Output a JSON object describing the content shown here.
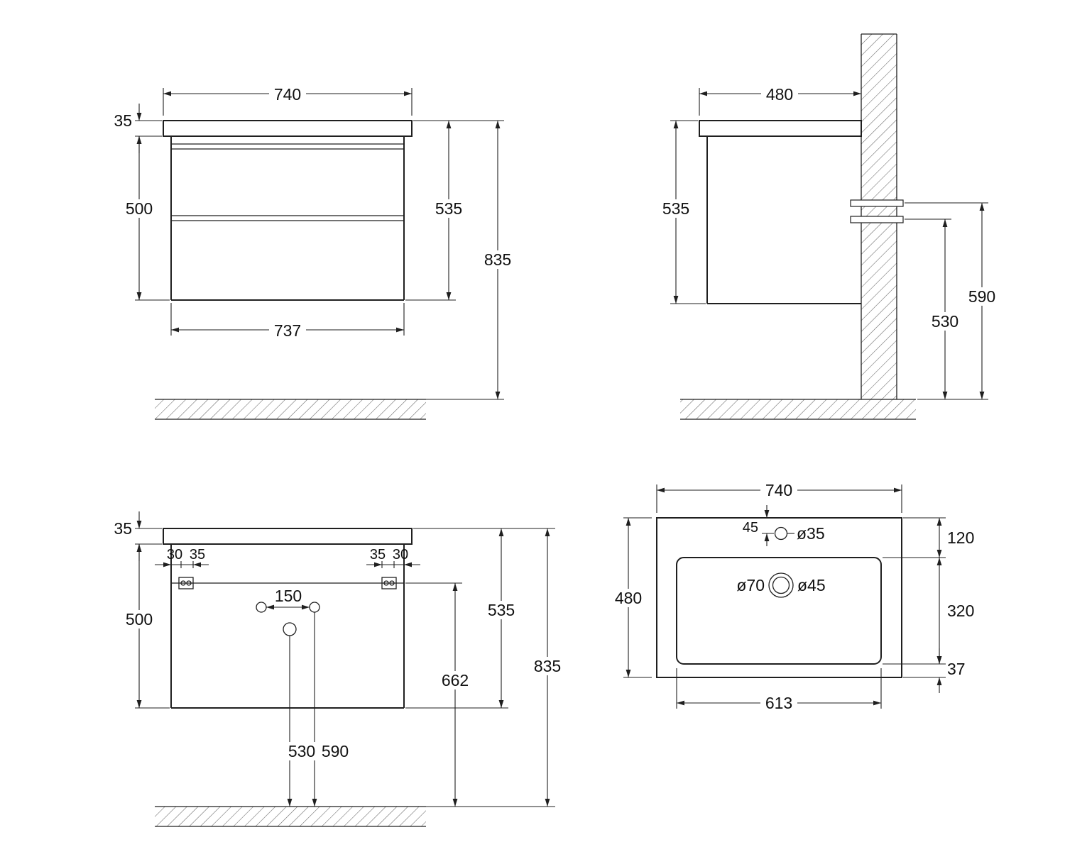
{
  "front_view": {
    "width": "740",
    "top_thickness": "35",
    "body_height": "500",
    "cabinet_height": "535",
    "mount_height": "835",
    "inner_width": "737"
  },
  "side_view": {
    "depth": "480",
    "cabinet_height": "535",
    "rail_top_height": "590",
    "rail_bottom_height": "530"
  },
  "mounting_view": {
    "top_thickness": "35",
    "edge_offset_left": "30",
    "bracket_width_left": "35",
    "bracket_width_right": "35",
    "edge_offset_right": "30",
    "body_height": "500",
    "hole_spacing": "150",
    "cabinet_height": "535",
    "rail_height": "662",
    "mount_height": "835",
    "drain_height": "530",
    "supply_height": "590"
  },
  "sink_view": {
    "width": "740",
    "depth": "480",
    "faucet_offset": "45",
    "faucet_hole_dia": "ø35",
    "drain_outer_dia": "ø70",
    "drain_inner_dia": "ø45",
    "back_rim": "120",
    "basin_depth": "320",
    "front_rim": "37",
    "basin_width": "613"
  }
}
